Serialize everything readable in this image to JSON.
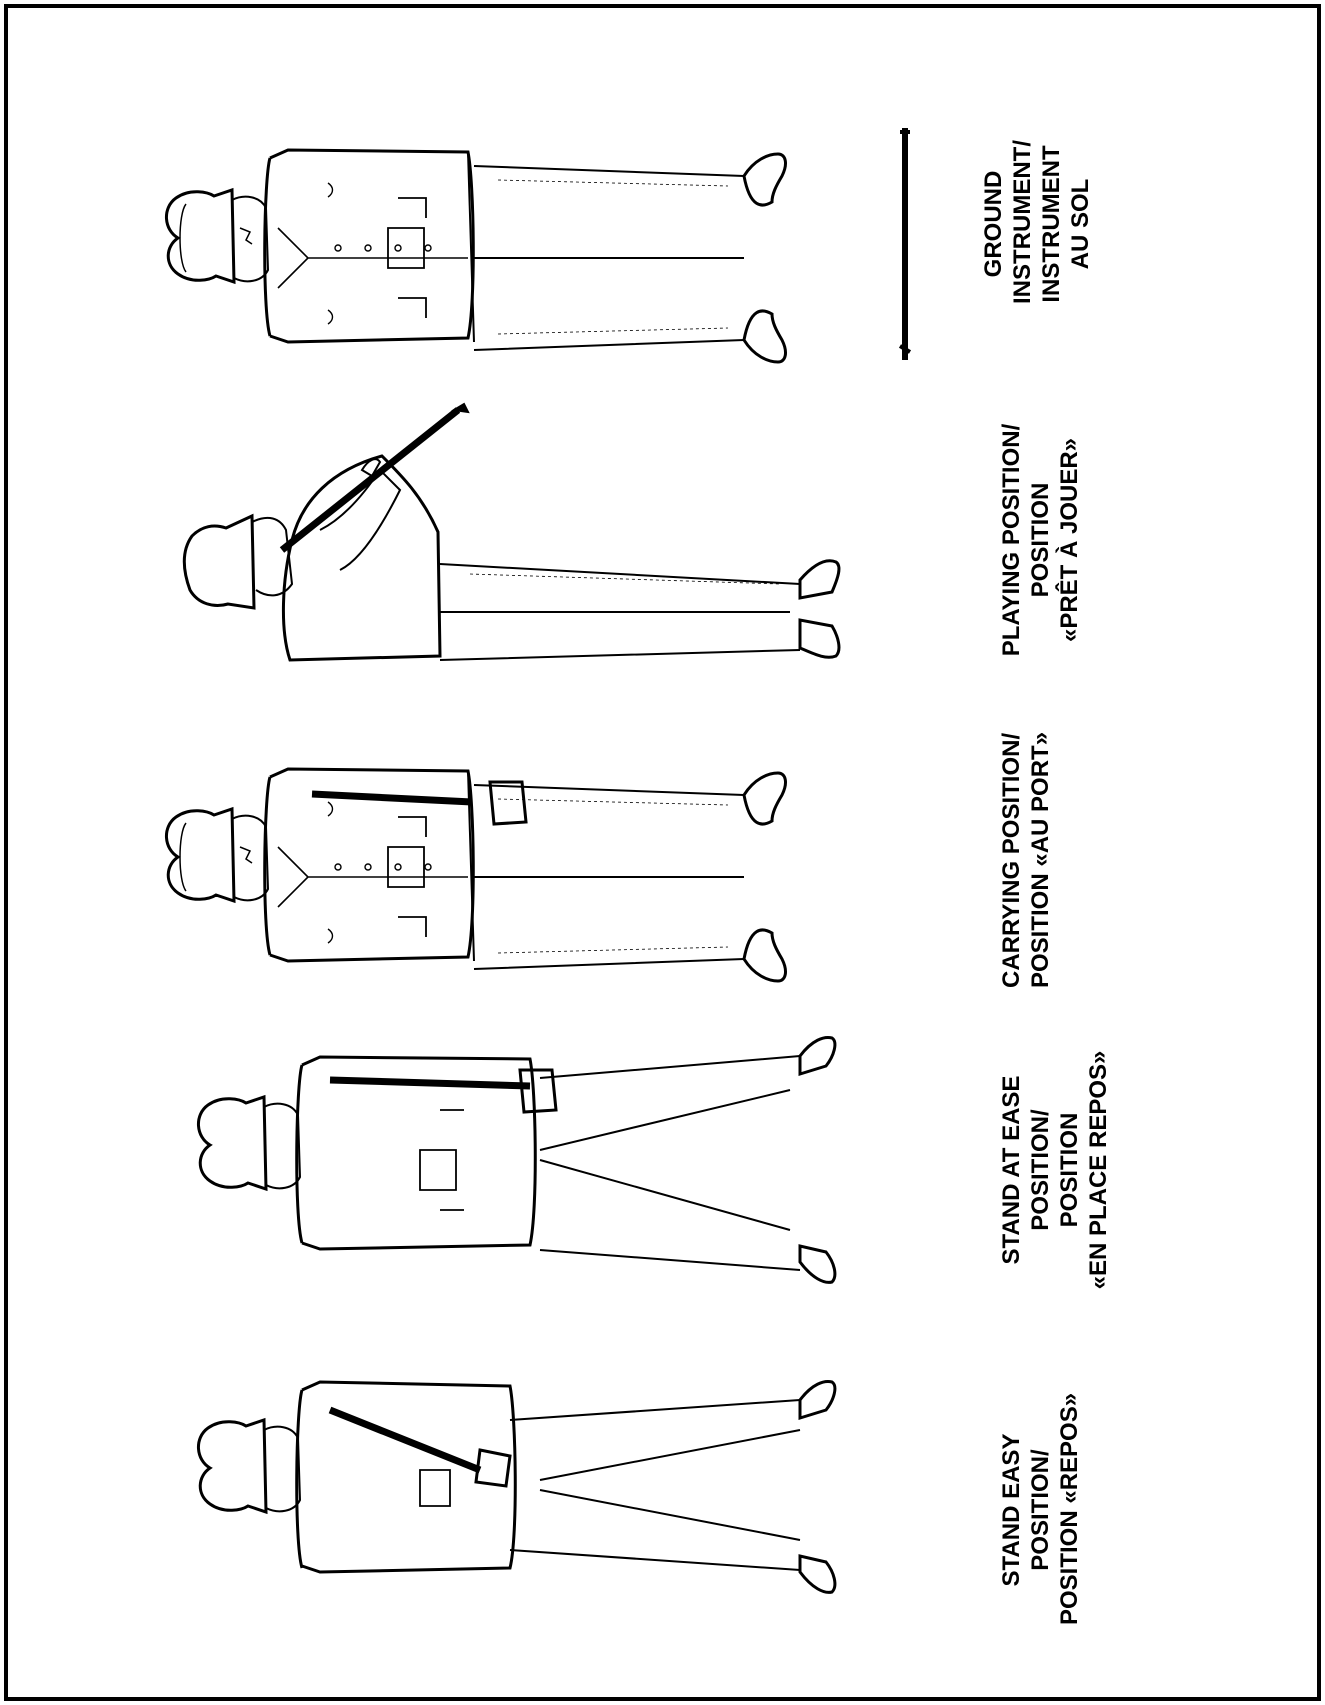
{
  "figures": [
    {
      "name": "stand-easy",
      "caption": [
        "STAND EASY",
        "POSITION/",
        "POSITION «REPOS»"
      ]
    },
    {
      "name": "stand-at-ease",
      "caption": [
        "STAND AT EASE",
        "POSITION/",
        "POSITION",
        "«EN PLACE REPOS»"
      ]
    },
    {
      "name": "carrying",
      "caption": [
        "CARRYING POSITION/",
        "POSITION «AU PORT»"
      ]
    },
    {
      "name": "playing",
      "caption": [
        "PLAYING POSITION/",
        "POSITION",
        "«PRÊT À JOUER»"
      ]
    },
    {
      "name": "ground-instrument",
      "caption": [
        "GROUND",
        "INSTRUMENT/",
        "INSTRUMENT",
        "AU SOL"
      ]
    }
  ],
  "colors": {
    "ink": "#000000",
    "paper": "#ffffff"
  }
}
